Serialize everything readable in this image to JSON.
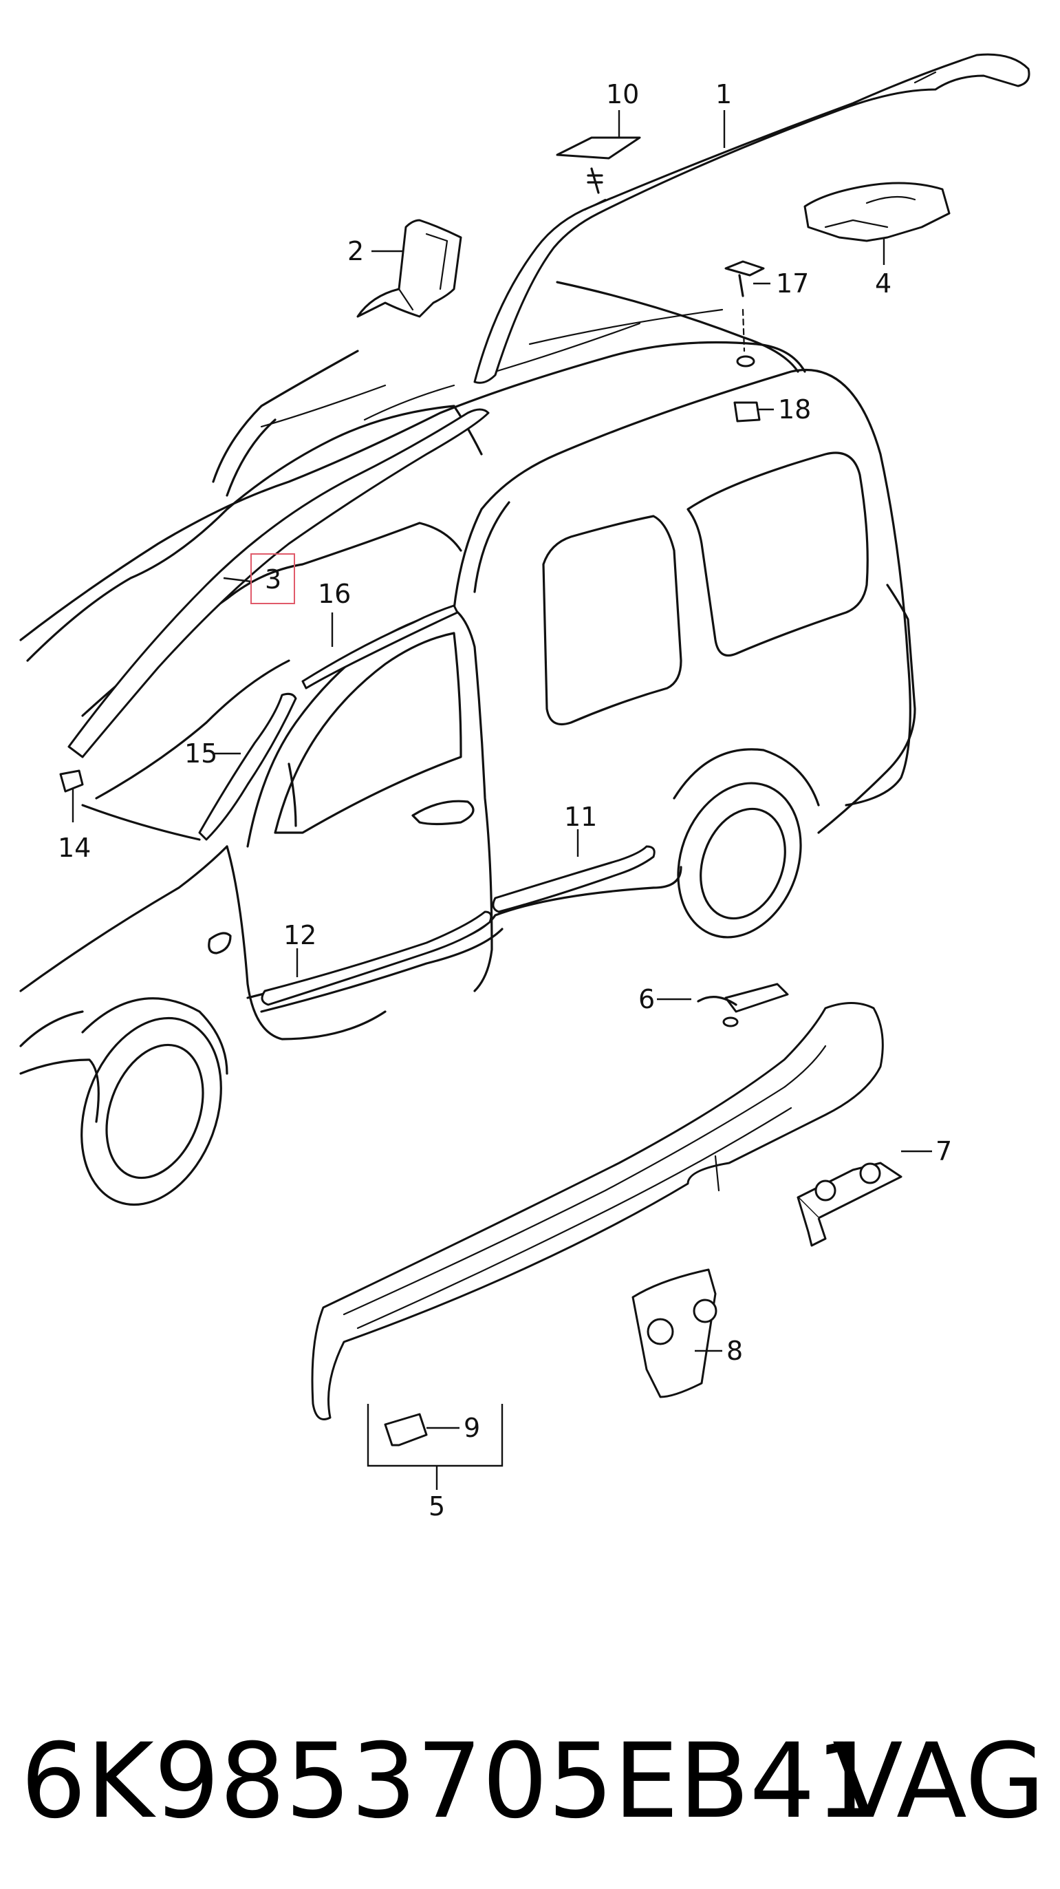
{
  "callouts": {
    "1": "1",
    "2": "2",
    "3": "3",
    "4": "4",
    "5": "5",
    "6": "6",
    "7": "7",
    "8": "8",
    "9": "9",
    "10": "10",
    "11": "11",
    "12": "12",
    "14": "14",
    "15": "15",
    "16": "16",
    "17": "17",
    "18": "18"
  },
  "highlight": {
    "callout": "3",
    "color": "#e05a6a"
  },
  "footer": {
    "part_number": "6K9853705EB41",
    "brand": "VAG"
  }
}
